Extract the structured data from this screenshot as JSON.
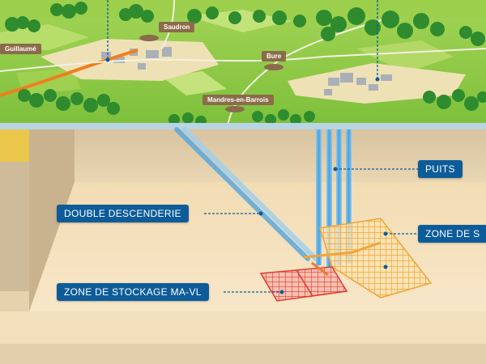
{
  "surface": {
    "towns": [
      "Guillaumé",
      "Saudron",
      "Bure",
      "Mandres-en-Barrois"
    ]
  },
  "underground": {
    "callouts": {
      "puits": "PUITS",
      "double_descenderie": "DOUBLE DESCENDERIE",
      "zone_hav": "ZONE DE S",
      "zone_mavl": "ZONE DE STOCKAGE MA-VL"
    }
  },
  "colors": {
    "grass": "#8cc63f",
    "forest": "#2e8b2e",
    "shaft_blue": "#5aa9dd",
    "callout_blue": "#0d5c99",
    "mavl_red": "#e03a2f",
    "hav_orange": "#f0a43a"
  }
}
